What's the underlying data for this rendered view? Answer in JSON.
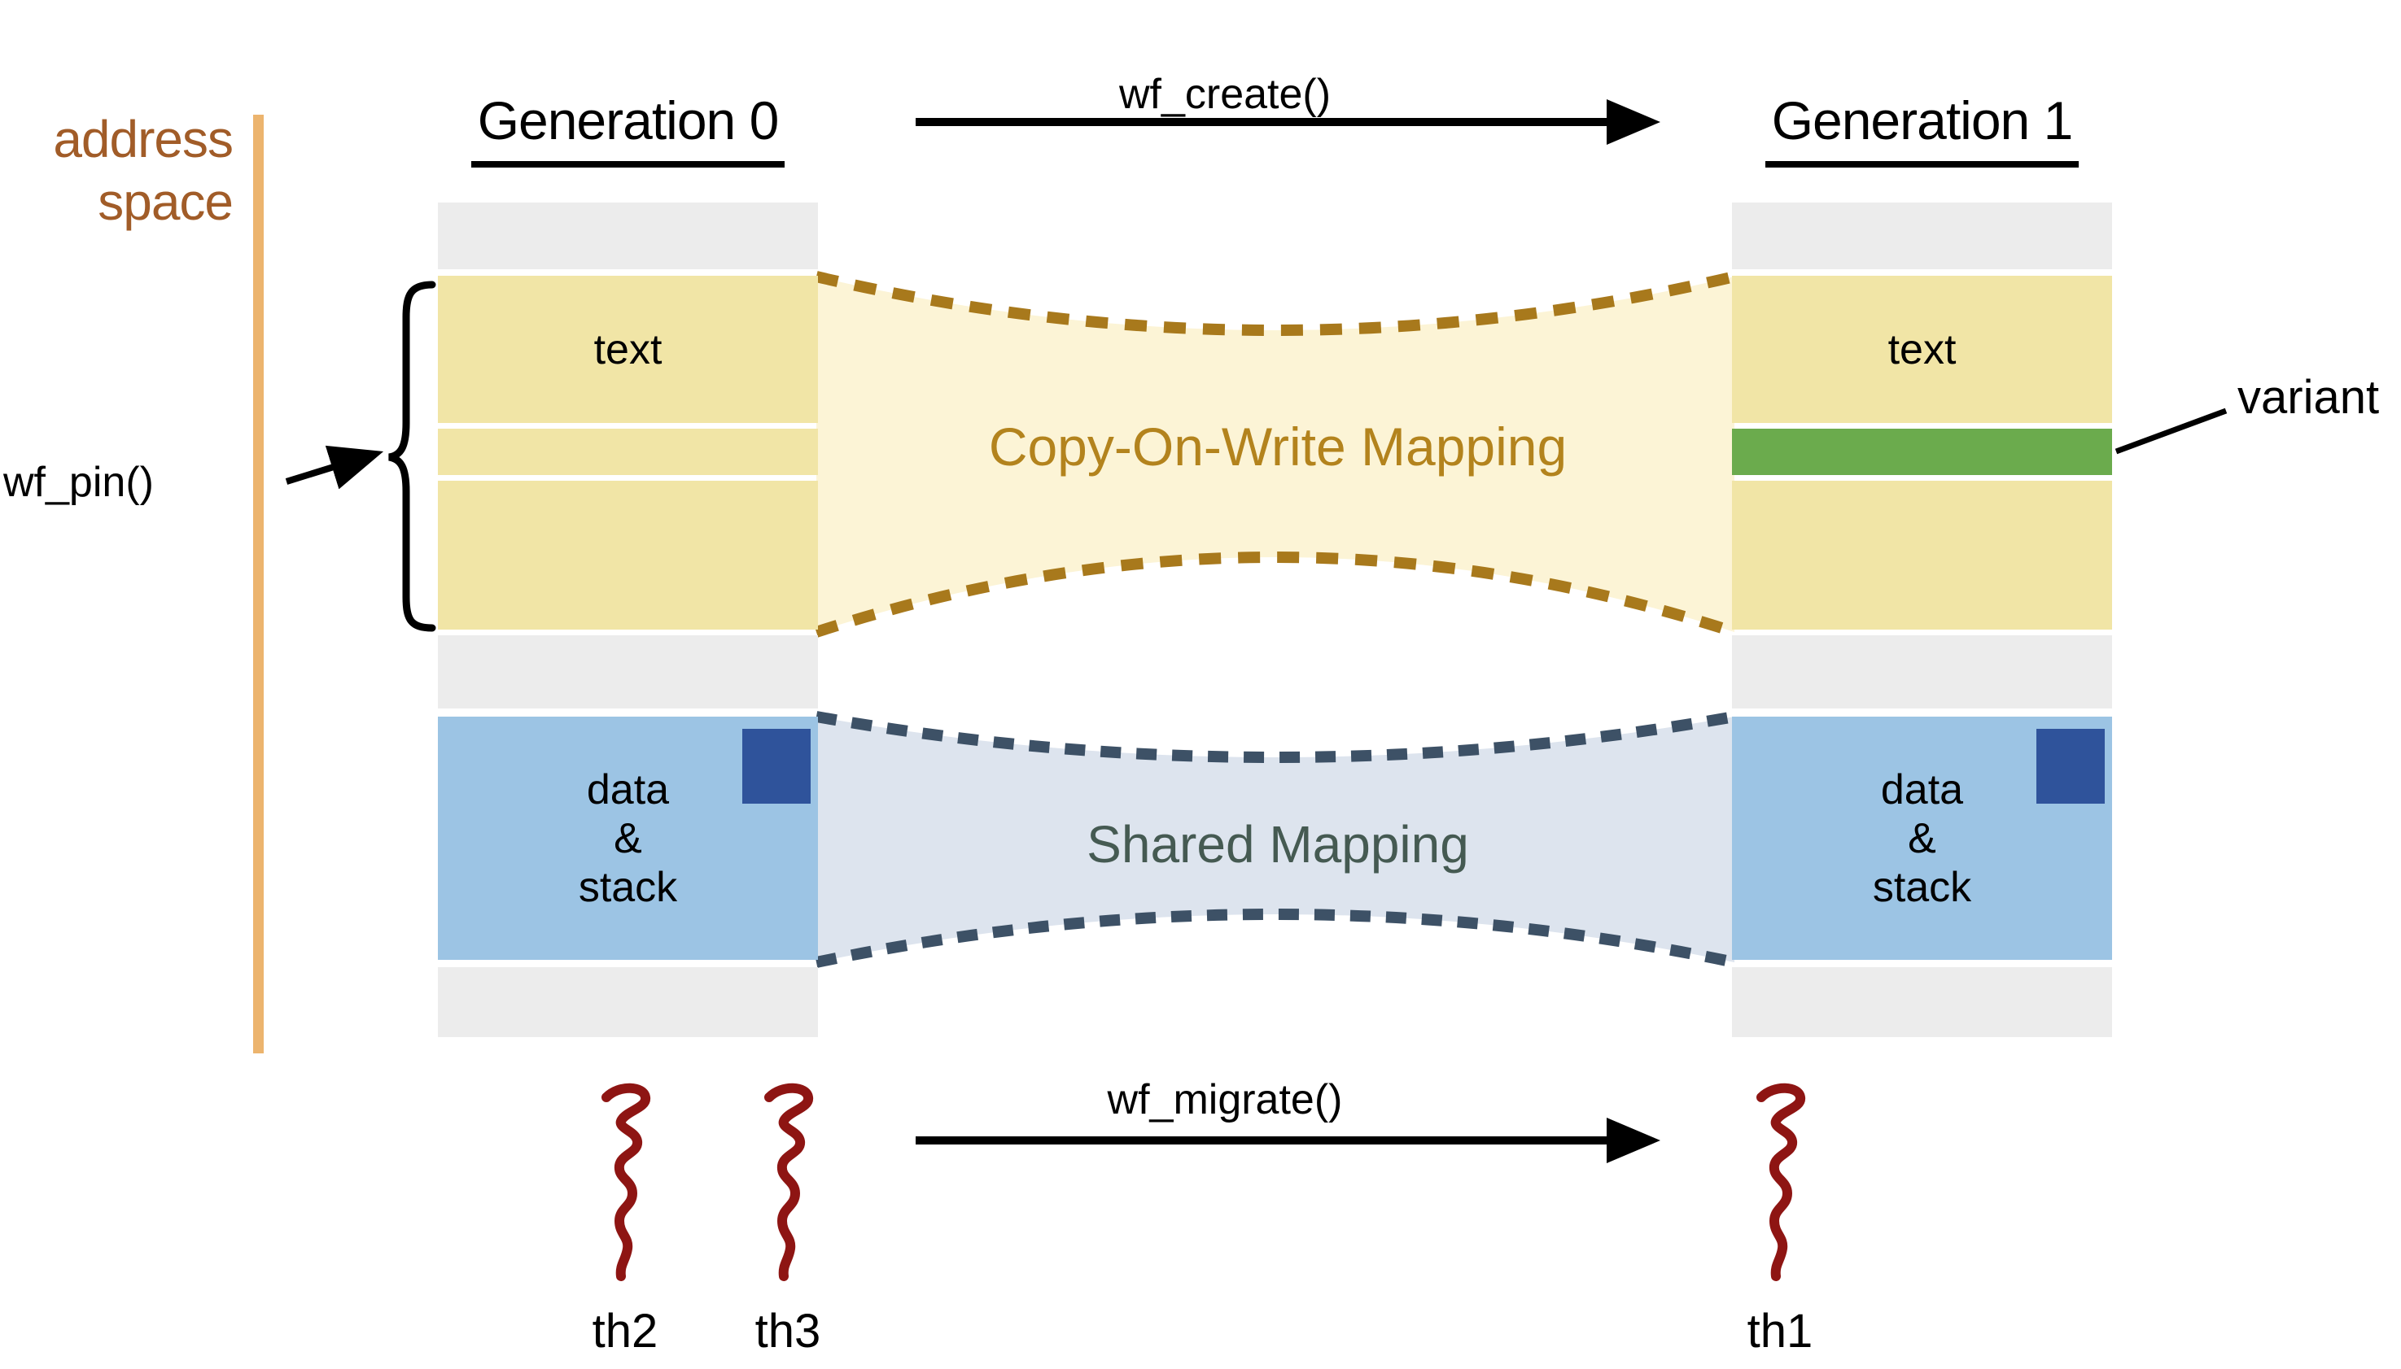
{
  "address_space": {
    "line1": "address",
    "line2": "space"
  },
  "wf_pin": {
    "label": "wf_pin()"
  },
  "generations": {
    "gen0": {
      "title": "Generation 0"
    },
    "gen1": {
      "title": "Generation 1"
    }
  },
  "arrows": {
    "create": {
      "label": "wf_create()"
    },
    "migrate": {
      "label": "wf_migrate()"
    }
  },
  "mappings": {
    "cow": {
      "label": "Copy-On-Write Mapping"
    },
    "shared": {
      "label": "Shared Mapping"
    }
  },
  "segments": {
    "text_label": "text",
    "data_stack_lines": [
      "data",
      "&",
      "stack"
    ]
  },
  "variant": {
    "label": "variant"
  },
  "threads": {
    "th1": "th1",
    "th2": "th2",
    "th3": "th3"
  },
  "colors": {
    "yellow_block": "#f1e5a6",
    "pale_yellow_fill": "#fcf4d6",
    "cow_dash": "#a8791c",
    "cow_text": "#b3831d",
    "gray_block": "#ececec",
    "blue_block": "#9cc4e4",
    "dark_blue_square": "#2f539b",
    "shared_fill": "#dde4ee",
    "shared_dash": "#3d5166",
    "shared_text": "#455a52",
    "green_block": "#6bab4d",
    "thread_red": "#8e1513",
    "address_brown": "#a15c28",
    "axis_orange": "#ecb46e",
    "line_black": "#000000"
  }
}
